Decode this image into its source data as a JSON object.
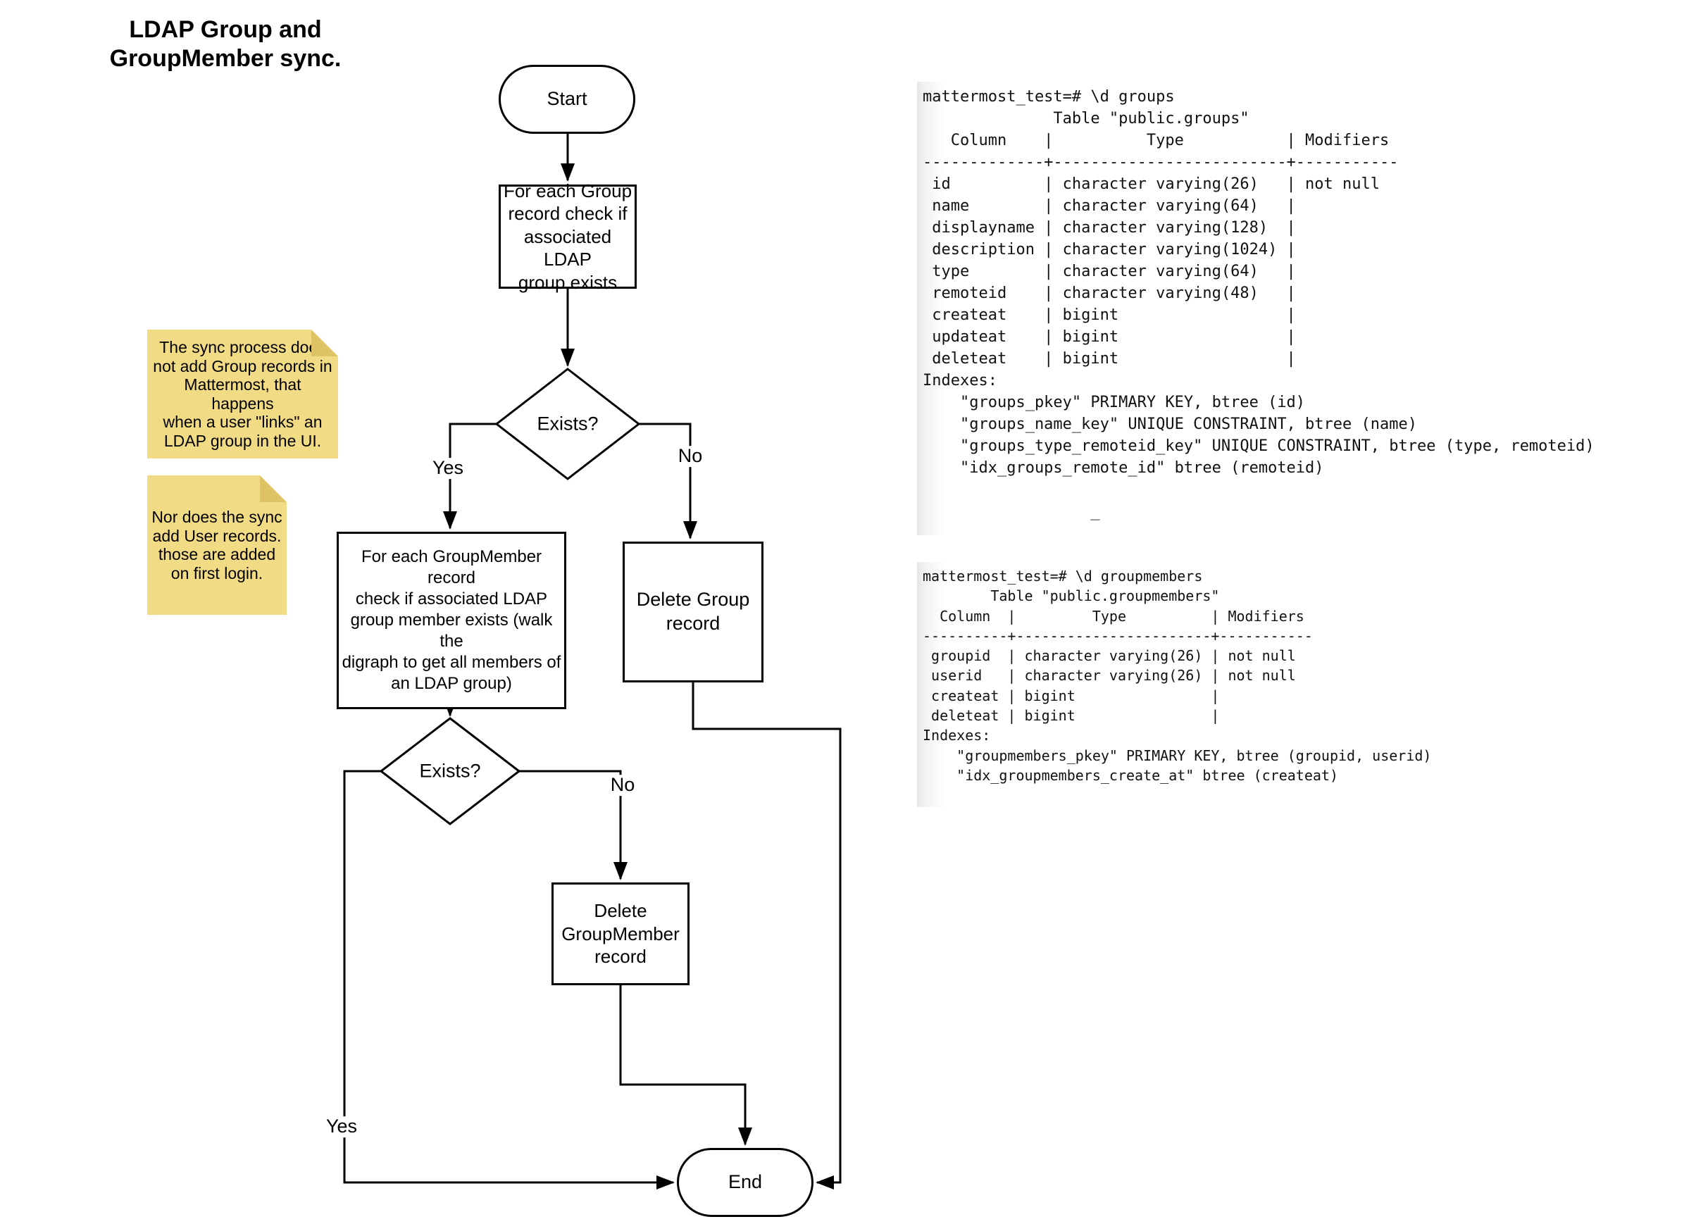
{
  "title": [
    "LDAP Group and",
    "GroupMember sync."
  ],
  "flowchart": {
    "nodes": {
      "start": "Start",
      "check_group": [
        "For each Group",
        "record check if",
        "associated LDAP",
        "group exists"
      ],
      "exists_group": "Exists?",
      "check_groupmember": [
        "For each GroupMember record",
        "check if associated LDAP",
        "group member exists (walk the",
        "digraph to get all members of",
        "an LDAP group)"
      ],
      "delete_group": [
        "Delete Group",
        "record"
      ],
      "exists_groupmember": "Exists?",
      "delete_groupmember": [
        "Delete",
        "GroupMember",
        "record"
      ],
      "end": "End"
    },
    "edge_labels": {
      "exists_group_yes": "Yes",
      "exists_group_no": "No",
      "exists_groupmember_yes": "Yes",
      "exists_groupmember_no": "No"
    }
  },
  "notes": [
    {
      "lines": [
        "The sync process does",
        "not add Group records in",
        "Mattermost, that happens",
        "when a user \"links\" an",
        "LDAP group in the UI."
      ]
    },
    {
      "lines": [
        "Nor does the sync",
        "add User records.",
        "those are added",
        "on first login."
      ]
    }
  ],
  "terminals": [
    {
      "lines": [
        "mattermost_test=# \\d groups",
        "              Table \"public.groups\"",
        "   Column    |          Type           | Modifiers",
        "-------------+-------------------------+-----------",
        " id          | character varying(26)   | not null",
        " name        | character varying(64)   |",
        " displayname | character varying(128)  |",
        " description | character varying(1024) |",
        " type        | character varying(64)   |",
        " remoteid    | character varying(48)   |",
        " createat    | bigint                  |",
        " updateat    | bigint                  |",
        " deleteat    | bigint                  |",
        "Indexes:",
        "    \"groups_pkey\" PRIMARY KEY, btree (id)",
        "    \"groups_name_key\" UNIQUE CONSTRAINT, btree (name)",
        "    \"groups_type_remoteid_key\" UNIQUE CONSTRAINT, btree (type, remoteid)",
        "    \"idx_groups_remote_id\" btree (remoteid)",
        "",
        "                  _"
      ]
    },
    {
      "lines": [
        "mattermost_test=# \\d groupmembers",
        "        Table \"public.groupmembers\"",
        "  Column  |         Type          | Modifiers",
        "----------+-----------------------+-----------",
        " groupid  | character varying(26) | not null",
        " userid   | character varying(26) | not null",
        " createat | bigint                |",
        " deleteat | bigint                |",
        "Indexes:",
        "    \"groupmembers_pkey\" PRIMARY KEY, btree (groupid, userid)",
        "    \"idx_groupmembers_create_at\" btree (createat)"
      ]
    }
  ],
  "colors": {
    "note_fill": "#F2DB85",
    "note_fold": "#DFC263",
    "flow_stroke": "#000000",
    "terminal_text": "#111111",
    "background": "#FFFFFF"
  }
}
